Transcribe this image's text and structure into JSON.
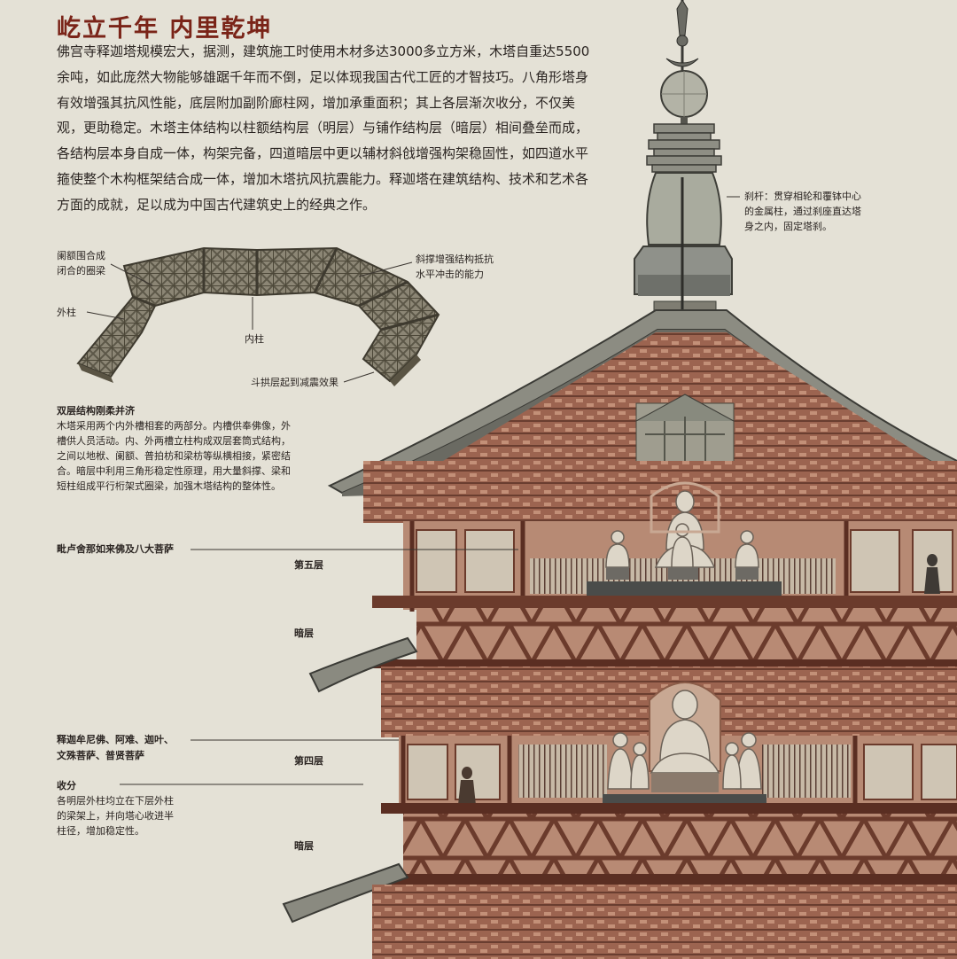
{
  "title": "屹立千年  内里乾坤",
  "intro": "佛宫寺释迦塔规模宏大，据测，建筑施工时使用木材多达3000多立方米，木塔自重达5500余吨，如此庞然大物能够雄踞千年而不倒，足以体现我国古代工匠的才智技巧。八角形塔身有效增强其抗风性能，底层附加副阶廊柱网，增加承重面积；其上各层渐次收分，不仅美观，更助稳定。木塔主体结构以柱额结构层（明层）与铺作结构层（暗层）相间叠垒而成，各结构层本身自成一体，构架完备，四道暗层中更以辅材斜戗增强构架稳固性，如四道水平箍使整个木构框架结合成一体，增加木塔抗风抗震能力。释迦塔在建筑结构、技术和艺术各方面的成就，足以成为中国古代建筑史上的经典之作。",
  "frame_callouts": {
    "ring_beam": "阑额围合成\n闭合的圈梁",
    "outer_column": "外柱",
    "inner_column": "内柱",
    "bracing": "斜撑增强结构抵抗\n水平冲击的能力",
    "dougong": "斗拱层起到减震效果"
  },
  "spire_note": "刹杆：贯穿相轮和覆钵中心\n的金属柱，通过刹座直达塔\n身之内，固定塔刹。",
  "double_layer": {
    "title": "双层结构刚柔并济",
    "text": "木塔采用两个内外槽相套的两部分。内槽供奉佛像，外槽供人员活动。内、外两槽立柱构成双层套筒式结构，之间以地栿、阑额、普拍枋和梁枋等纵横相接，紧密结合。暗层中利用三角形稳定性原理，用大量斜撑、梁和短柱组成平行桁架式圈梁，加强木塔结构的整体性。"
  },
  "floor5_buddhas": "毗卢舍那如来佛及八大菩萨",
  "floor5": "第五层",
  "dark5": "暗层",
  "floor4_buddhas": "释迦牟尼佛、阿难、迦叶、\n文殊菩萨、普贤菩萨",
  "floor4": "第四层",
  "shoufen": {
    "title": "收分",
    "text": "各明层外柱均立在下层外柱\n的梁架上，并向塔心收进半\n柱径，增加稳定性。"
  },
  "dark4": "暗层",
  "colors": {
    "background": "#e4e1d6",
    "title": "#7a2418",
    "wood": "#a8705a",
    "wood_dark": "#6e3f30",
    "roof": "#8b8b80",
    "frame": "#7b7463"
  }
}
